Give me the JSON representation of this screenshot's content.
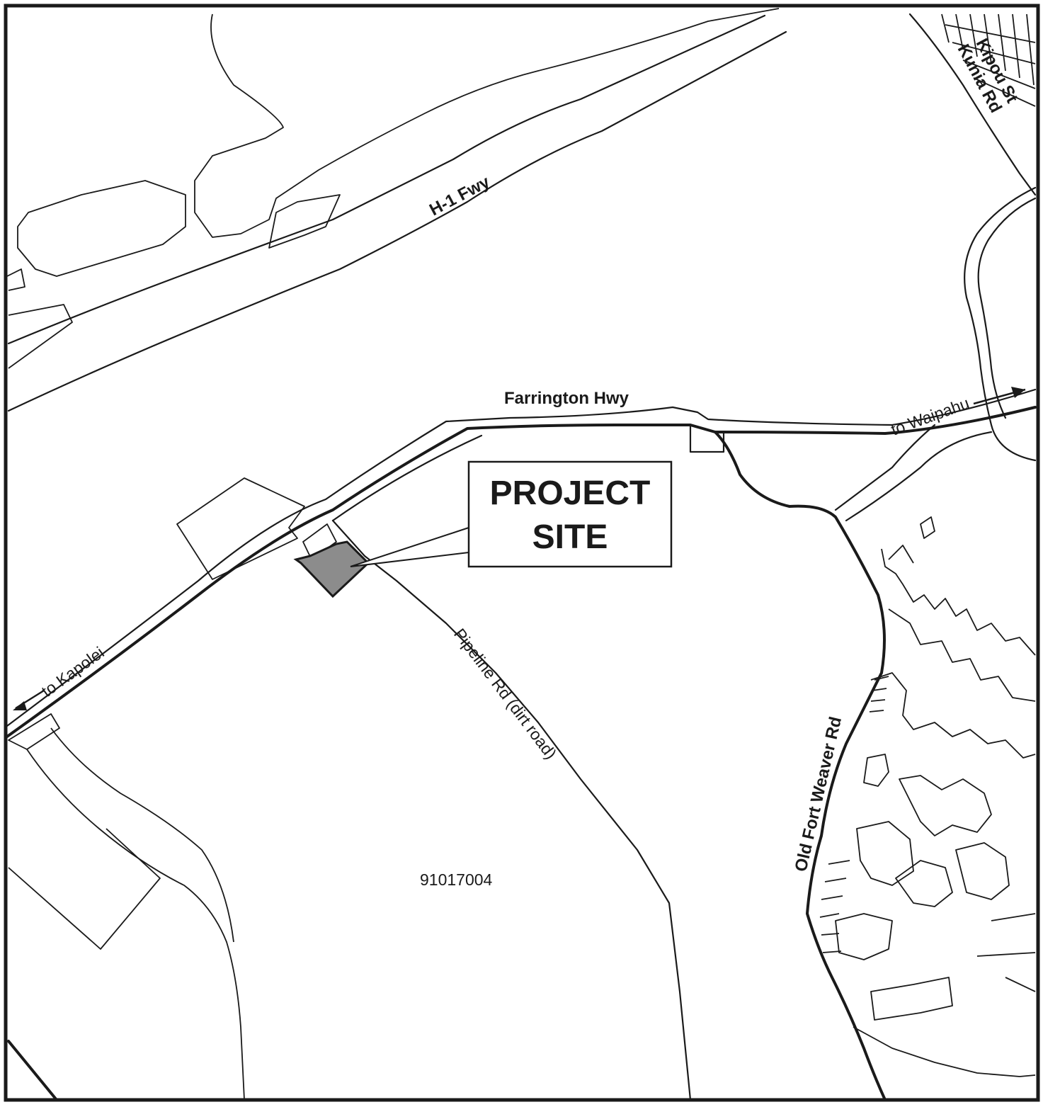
{
  "labels": {
    "h1": "H-1 Fwy",
    "farrington": "Farrington Hwy",
    "waipahu": "to Waipahu",
    "kapolei": "to Kapolei",
    "pipeline": "Pipeline Rd (dirt road)",
    "old_fort_weaver": "Old Fort Weaver Rd",
    "kipou": "Kipou St",
    "kunia": "Kunia Rd",
    "parcel": "91017004"
  },
  "callout": {
    "line1": "PROJECT",
    "line2": "SITE"
  },
  "colors": {
    "ink": "#1a1a1a",
    "site_fill": "#8c8c8c",
    "background": "#ffffff"
  }
}
